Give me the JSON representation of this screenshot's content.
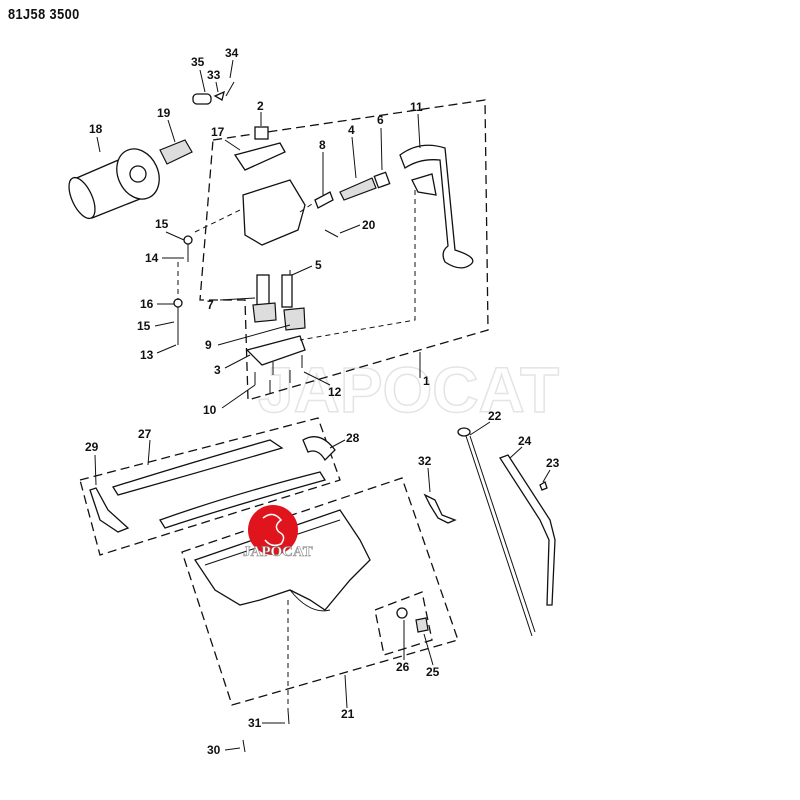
{
  "header": {
    "code": "81J58 3500"
  },
  "watermark": {
    "text": "JAPOCAT",
    "logo_color": "#e0141c"
  },
  "callouts": [
    "35",
    "34",
    "33",
    "2",
    "19",
    "18",
    "17",
    "11",
    "4",
    "6",
    "8",
    "20",
    "15",
    "14",
    "5",
    "16",
    "7",
    "15",
    "9",
    "13",
    "3",
    "1",
    "12",
    "10",
    "22",
    "27",
    "28",
    "24",
    "29",
    "32",
    "23",
    "26",
    "25",
    "21",
    "31",
    "30"
  ]
}
